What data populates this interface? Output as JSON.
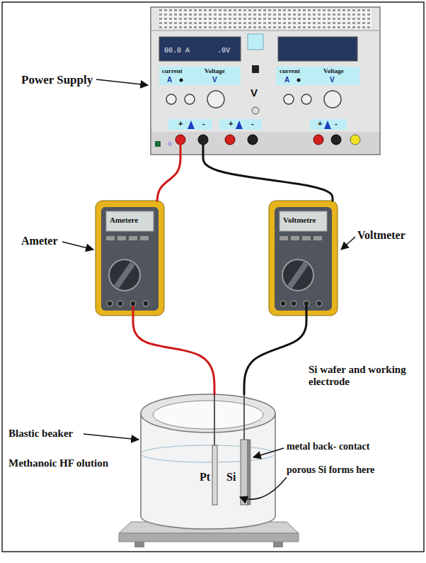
{
  "diagram": {
    "nodes": [
      {
        "text": [
          "00.0 A",
          ".0V",
          "current",
          "Voltage",
          "A",
          "V",
          "V",
          "current",
          "Voltage",
          "A",
          "V",
          "+",
          "-",
          "+",
          "-",
          "+",
          "-"
        ]
      },
      {
        "text": [
          "Ametere"
        ]
      },
      {
        "text": [
          "Voltmetre"
        ]
      },
      {
        "text": [
          "Pt",
          "Si"
        ]
      }
    ],
    "edges": [
      {
        "from": 0,
        "to": 1,
        "arrow": "none"
      },
      {
        "from": 1,
        "to": 3,
        "arrow": "none"
      },
      {
        "from": 0,
        "to": 2,
        "arrow": "none"
      },
      {
        "from": 2,
        "to": 3,
        "arrow": "none"
      }
    ],
    "labels": [
      "Power Supply",
      "Ameter",
      "Voltmeter",
      "Si wafer and working electrode",
      "Blastic beaker",
      "Methanoic HF olution",
      "metal back- contact",
      "porous Si forms here"
    ]
  }
}
